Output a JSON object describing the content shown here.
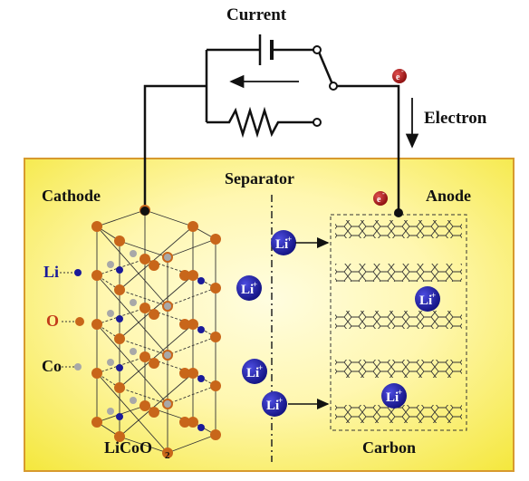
{
  "labels": {
    "current": "Current",
    "electron": "Electron",
    "separator": "Separator",
    "cathode": "Cathode",
    "anode": "Anode",
    "li": "Li",
    "o": "O",
    "co": "Co",
    "cathode_material": "LiCoO",
    "cathode_material_sub": "2",
    "carbon": "Carbon",
    "li_ion": "Li",
    "li_ion_sup": "+",
    "electron_symbol": "e",
    "electron_sup": "-"
  },
  "colors": {
    "panel_light": "#fffde0",
    "panel_dark": "#f4e73a",
    "panel_border": "#d79a2e",
    "li_ion": "#1a1aa0",
    "electron": "#b01515",
    "oxygen": "#c8661a",
    "cobalt": "#a8a8a8",
    "lithium_atom": "#1a1a99",
    "o_label": "#c23b1a",
    "li_label": "#1a1a99"
  }
}
